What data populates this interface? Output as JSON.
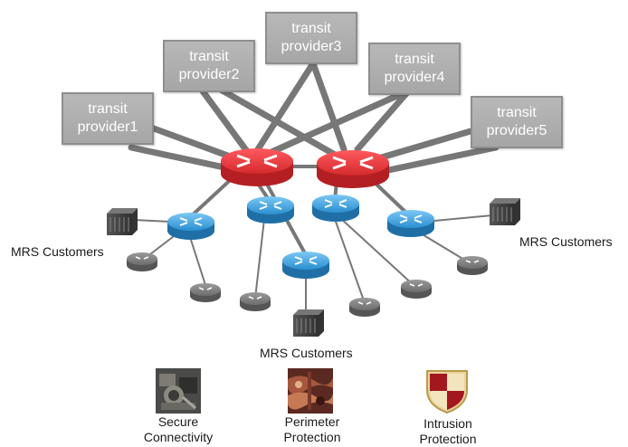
{
  "providers": [
    {
      "line1": "transit",
      "line2": "provider1"
    },
    {
      "line1": "transit",
      "line2": "provider2"
    },
    {
      "line1": "transit",
      "line2": "provider3"
    },
    {
      "line1": "transit",
      "line2": "provider4"
    },
    {
      "line1": "transit",
      "line2": "provider5"
    }
  ],
  "customer_labels": {
    "left": "MRS Customers",
    "right": "MRS Customers",
    "bottom": "MRS Customers"
  },
  "legend": [
    {
      "line1": "Secure",
      "line2": "Connectivity",
      "icon": "secure-connectivity-icon"
    },
    {
      "line1": "Perimeter",
      "line2": "Protection",
      "icon": "perimeter-protection-icon"
    },
    {
      "line1": "Intrusion",
      "line2": "Protection",
      "icon": "intrusion-protection-shield-icon"
    }
  ],
  "colors": {
    "core_router": "#d42a2e",
    "edge_router": "#2b8fd0",
    "cpe_router": "#6d6d6d",
    "provider_box": "#adadad",
    "link": "#7a7a7a"
  }
}
